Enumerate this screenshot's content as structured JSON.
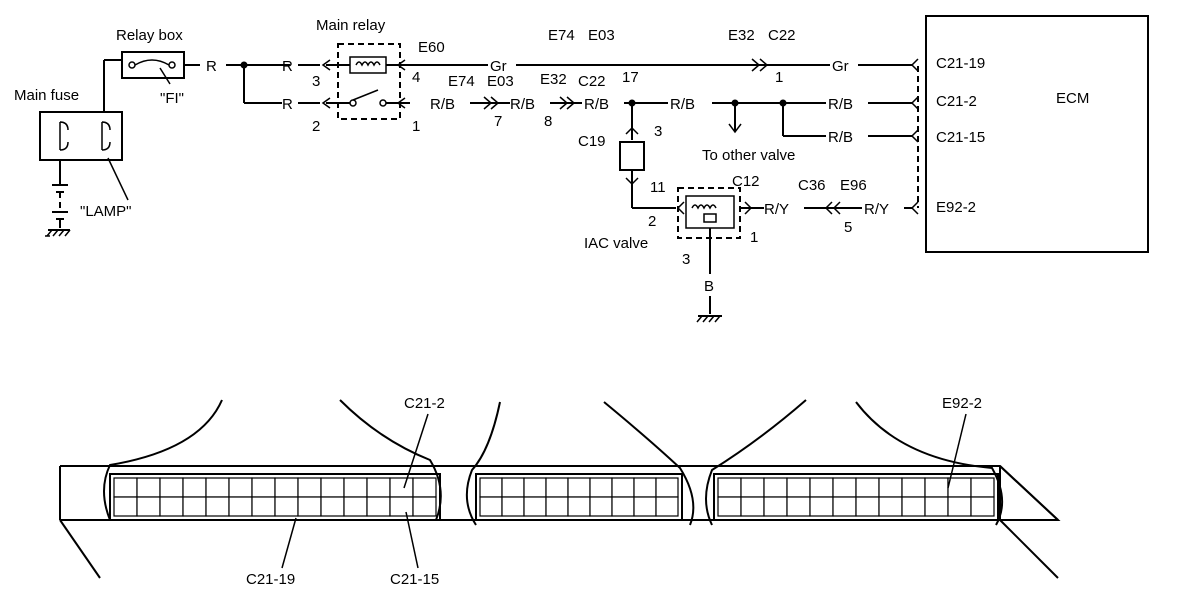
{
  "labels": {
    "main_fuse": "Main fuse",
    "relay_box": "Relay box",
    "fi": "\"FI\"",
    "lamp": "\"LAMP\"",
    "main_relay": "Main relay",
    "ecm": "ECM",
    "iac_valve": "IAC valve",
    "to_other_valve": "To other valve"
  },
  "wires": {
    "r": "R",
    "gr": "Gr",
    "rb": "R/B",
    "ry": "R/Y",
    "b": "B"
  },
  "connectors": {
    "e60": "E60",
    "e74": "E74",
    "e03": "E03",
    "e32": "E32",
    "c22": "C22",
    "c19": "C19",
    "c12": "C12",
    "c36": "C36",
    "e96": "E96"
  },
  "pins": {
    "p1": "1",
    "p2": "2",
    "p3": "3",
    "p4": "4",
    "p5": "5",
    "p7": "7",
    "p8": "8",
    "p11": "11",
    "p17": "17"
  },
  "terminals": {
    "c21_19": "C21-19",
    "c21_2": "C21-2",
    "c21_15": "C21-15",
    "e92_2": "E92-2"
  }
}
